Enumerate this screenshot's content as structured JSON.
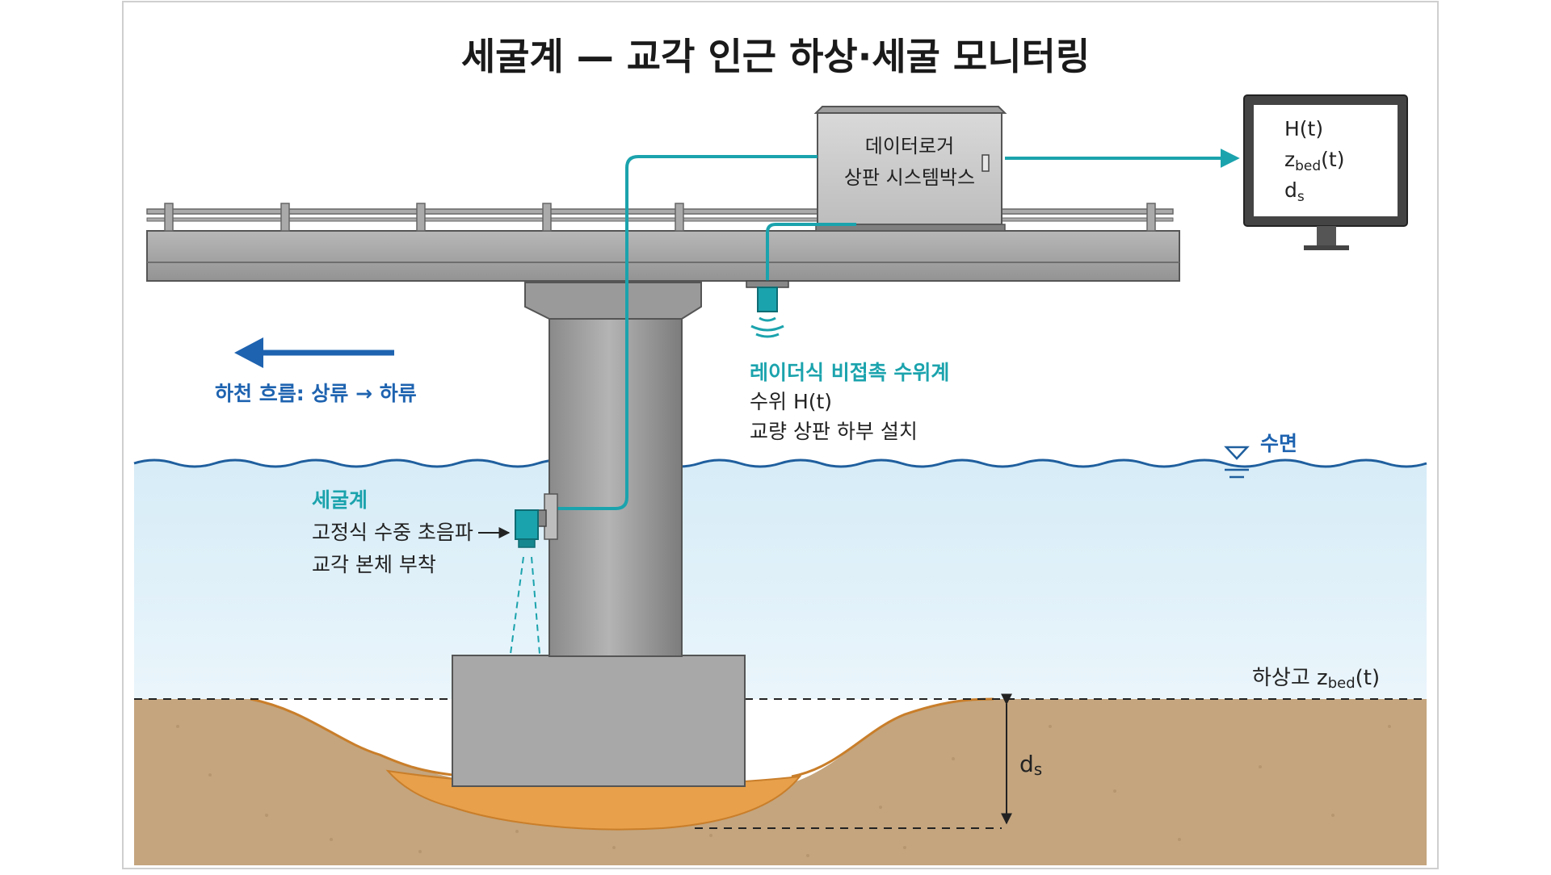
{
  "title": "세굴계 — 교각 인근 하상·세굴 모니터링",
  "logger": {
    "line1": "데이터로거",
    "line2": "상판 시스템박스"
  },
  "monitor": {
    "h_label": "H(t)",
    "zbed_main": "z",
    "zbed_sub": "bed",
    "zbed_tail": "(t)",
    "ds_main": "d",
    "ds_sub": "s"
  },
  "flow": {
    "label": "하천 흐름: 상류 → 하류"
  },
  "radar": {
    "title": "레이더식 비접촉 수위계",
    "line1": "수위 H(t)",
    "line2": "교량 상판 하부 설치"
  },
  "water_surface": {
    "label": "수면"
  },
  "scour_meter": {
    "title": "세굴계",
    "line1": "고정식 수중 초음파",
    "line2": "교각 본체 부착"
  },
  "bed_level": {
    "prefix": "하상고 z",
    "sub": "bed",
    "tail": "(t)"
  },
  "scour_depth": {
    "main": "d",
    "sub": "s"
  },
  "colors": {
    "accent_teal": "#1ba3ad",
    "flow_blue": "#1e63b0",
    "water": "#e3f2fa",
    "soil": "#c4a57e",
    "scour_fill": "#e8a04a",
    "concrete": "#9d9d9d",
    "title_color": "#1a1a1a"
  }
}
